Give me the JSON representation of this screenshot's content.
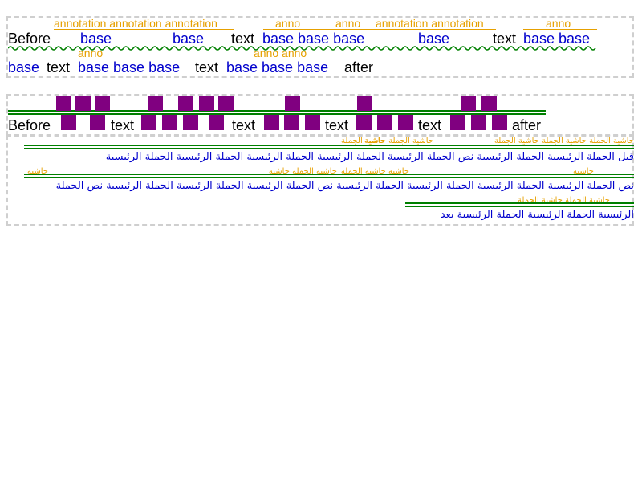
{
  "section1": {
    "line1": {
      "before": "Before",
      "annotations": [
        "annotation annotation annotation",
        "anno",
        "anno",
        "annotation annotation",
        "anno"
      ],
      "segments": [
        "base",
        "base",
        "text",
        "base base base",
        "base",
        "text",
        "base base"
      ]
    },
    "line2": {
      "annotations": [
        "anno",
        "anno anno"
      ],
      "segments": [
        "base",
        "text",
        "base base base",
        "text",
        "base base base",
        "after"
      ]
    }
  },
  "section2": {
    "labels": [
      "Before",
      "text",
      "text",
      "text",
      "text",
      "after"
    ]
  },
  "section3": {
    "line1": "قبل الجملة الرئيسية الجملة الرئيسية نص الجملة الرئيسية الجملة الرئيسية الجملة الرئيسية الجملة الرئيسية الجملة الرئيسية",
    "line2": "نص الجملة الرئيسية الجملة الرئيسية الجملة الرئيسية الجملة الرئيسية نص الجملة الرئيسية الجملة الرئيسية الجملة الرئيسية نص الجملة",
    "line3": "الرئيسية الجملة الرئيسية الجملة الرئيسية بعد",
    "ann1": "حاشية الجملة حاشية الجملة حاشية الجملة",
    "ann2": "حاشية الجملة حاشية الجملة",
    "ann3": "حاشية حاشية الجملة",
    "ann4": "حاشية",
    "ann5": "حاشية الجملة حاشية"
  }
}
